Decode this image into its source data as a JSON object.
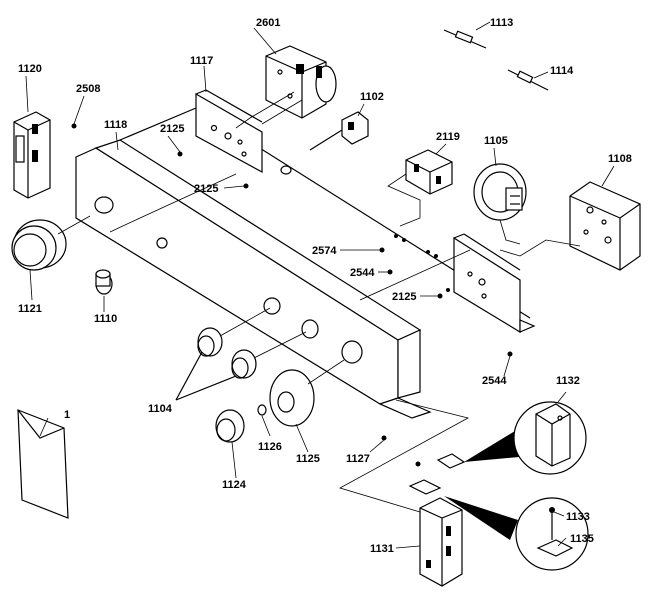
{
  "diagram": {
    "labels": {
      "p1": "1",
      "p1104": "1104",
      "p1105": "1105",
      "p1108": "1108",
      "p1110": "1110",
      "p1102": "1102",
      "p1113": "1113",
      "p1114": "1114",
      "p1117": "1117",
      "p1118": "1118",
      "p1120": "1120",
      "p1121": "1121",
      "p1124": "1124",
      "p1125": "1125",
      "p1126": "1126",
      "p1127": "1127",
      "p1131": "1131",
      "p1132": "1132",
      "p1133": "1133",
      "p1135": "1135",
      "p2119": "2119",
      "p2125a": "2125",
      "p2125b": "2125",
      "p2125c": "2125",
      "p2508": "2508",
      "p2544a": "2544",
      "p2544b": "2544",
      "p2574": "2574",
      "p2601": "2601"
    }
  }
}
